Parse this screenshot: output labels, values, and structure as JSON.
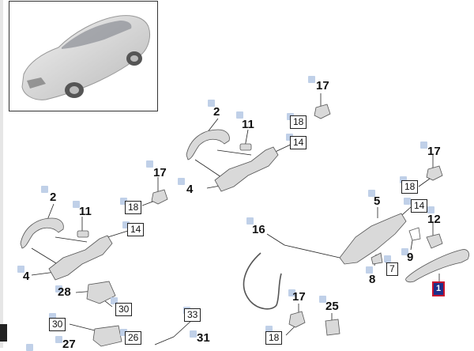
{
  "diagram": {
    "callouts": [
      {
        "id": "c-2-top",
        "text": "2"
      },
      {
        "id": "c-11-top",
        "text": "11"
      },
      {
        "id": "c-4-top",
        "text": "4"
      },
      {
        "id": "c-17-top",
        "text": "17"
      },
      {
        "id": "c-17-mid",
        "text": "17"
      },
      {
        "id": "c-2-mid",
        "text": "2"
      },
      {
        "id": "c-11-mid",
        "text": "11"
      },
      {
        "id": "c-4-mid",
        "text": "4"
      },
      {
        "id": "c-17-right",
        "text": "17"
      },
      {
        "id": "c-5",
        "text": "5"
      },
      {
        "id": "c-12",
        "text": "12"
      },
      {
        "id": "c-9",
        "text": "9"
      },
      {
        "id": "c-8",
        "text": "8"
      },
      {
        "id": "c-16",
        "text": "16"
      },
      {
        "id": "c-28",
        "text": "28"
      },
      {
        "id": "c-17-bottom",
        "text": "17"
      },
      {
        "id": "c-25",
        "text": "25"
      },
      {
        "id": "c-27",
        "text": "27"
      },
      {
        "id": "c-31",
        "text": "31"
      }
    ],
    "boxed_callouts": [
      {
        "id": "b-18-top",
        "text": "18"
      },
      {
        "id": "b-14-top",
        "text": "14"
      },
      {
        "id": "b-18-mid",
        "text": "18"
      },
      {
        "id": "b-14-mid",
        "text": "14"
      },
      {
        "id": "b-18-right",
        "text": "18"
      },
      {
        "id": "b-14-right",
        "text": "14"
      },
      {
        "id": "b-7",
        "text": "7"
      },
      {
        "id": "b-30-a",
        "text": "30"
      },
      {
        "id": "b-30-b",
        "text": "30"
      },
      {
        "id": "b-26",
        "text": "26"
      },
      {
        "id": "b-33",
        "text": "33"
      },
      {
        "id": "b-18-bottom",
        "text": "18"
      }
    ],
    "selected_callout": {
      "text": "1",
      "outline_color": "#c8102e",
      "fill_color": "#1d2f8a"
    },
    "colors": {
      "marker": "#b9cbe6",
      "line": "#222222",
      "part_fill": "#d9d9d9"
    }
  }
}
